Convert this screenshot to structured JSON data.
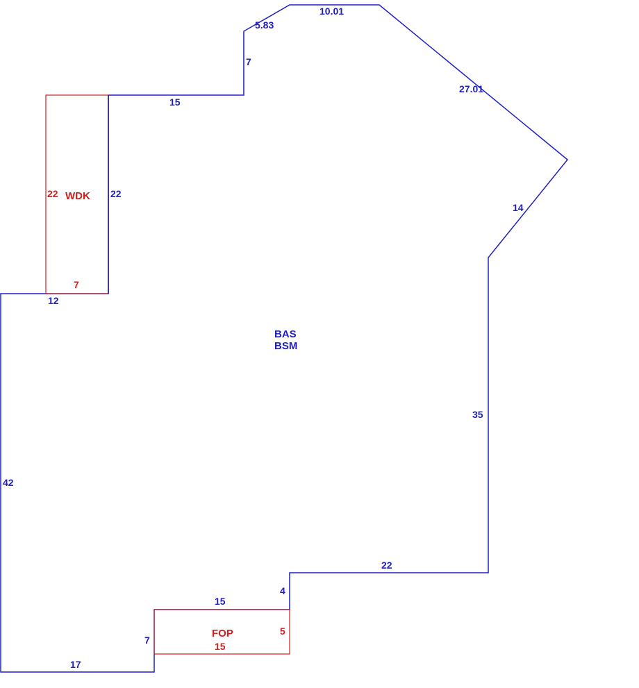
{
  "colors": {
    "main": "#1f1fbf",
    "addition": "#cc1f1f",
    "background": "#ffffff"
  },
  "areas": {
    "main_line1": "BAS",
    "main_line2": "BSM",
    "deck": "WDK",
    "porch": "FOP"
  },
  "dimensions": {
    "main": {
      "top_diag_short": "5.83",
      "top": "10.01",
      "diag_right": "27.01",
      "step_up": "7",
      "top_left": "15",
      "left_upper": "22",
      "diag_lower_right": "14",
      "right": "35",
      "bottom_right": "22",
      "notch": "4",
      "porch_top": "15",
      "porch_side": "7",
      "bottom": "17",
      "left": "42",
      "left_ledge": "12"
    },
    "deck": {
      "side": "22",
      "bottom": "7"
    },
    "porch": {
      "side": "5",
      "bottom": "15"
    }
  }
}
